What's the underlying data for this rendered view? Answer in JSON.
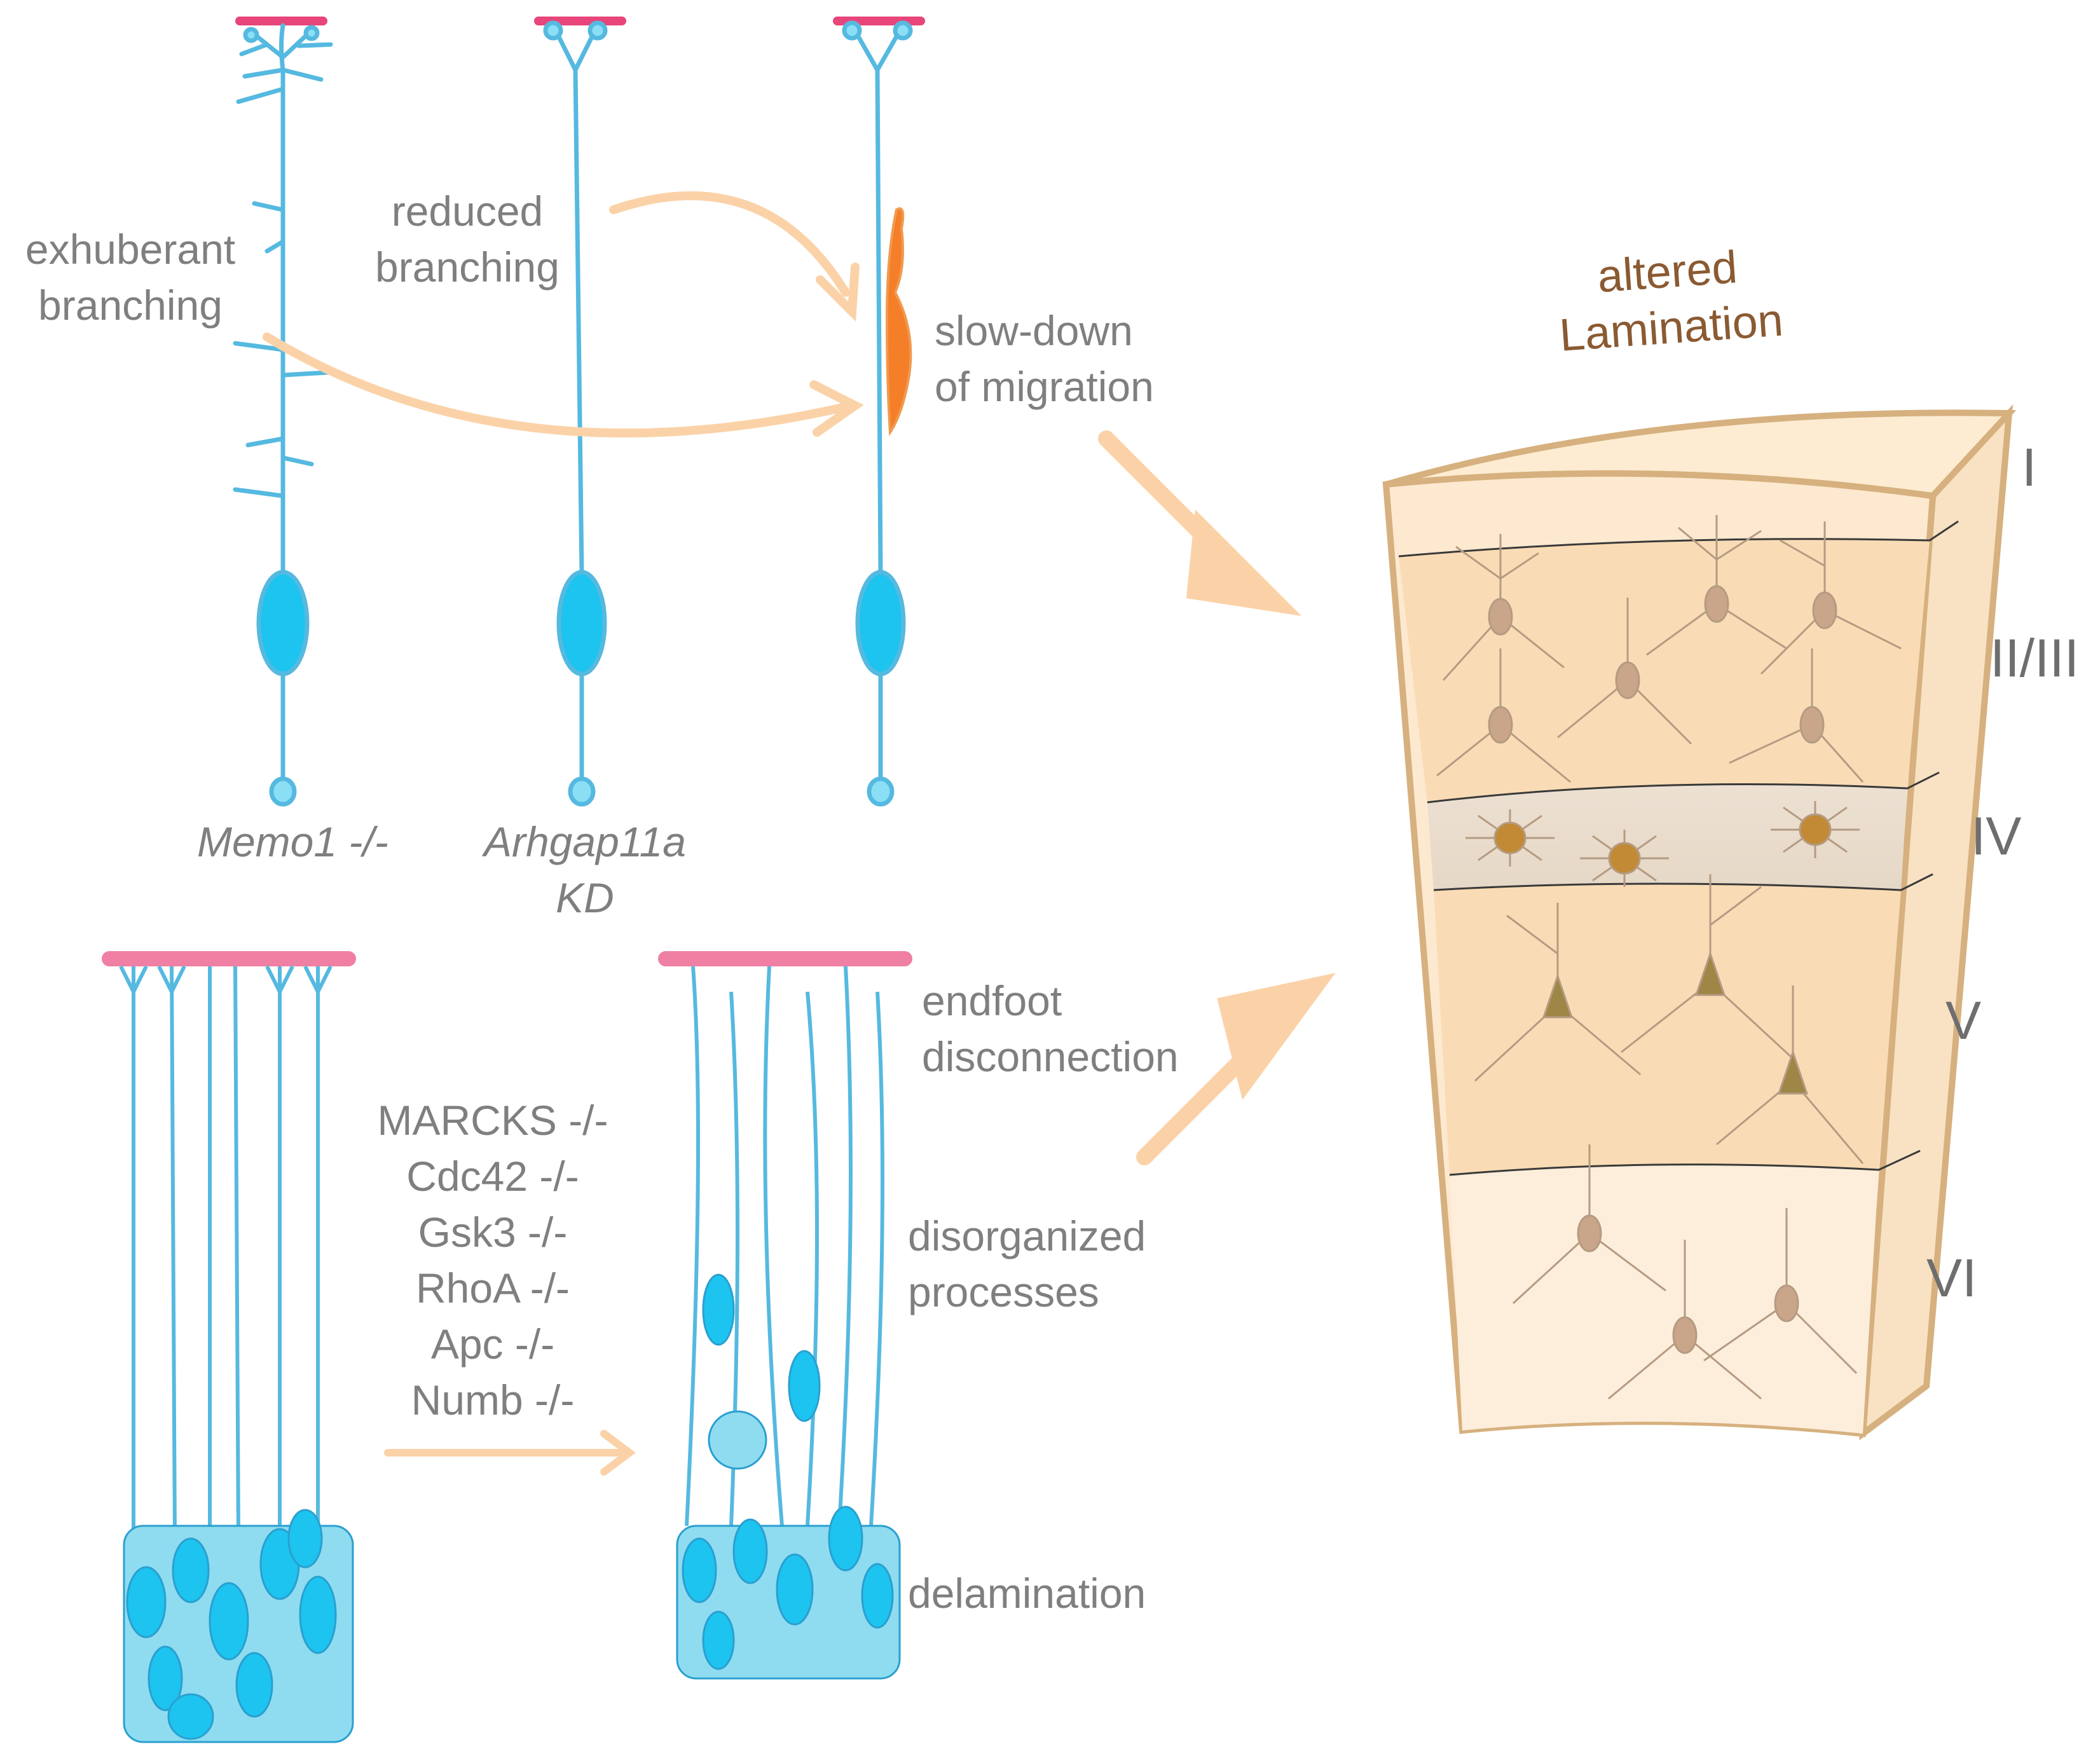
{
  "labels": {
    "exhuberant_branching": [
      "exhuberant",
      "branching"
    ],
    "reduced_branching": [
      "reduced",
      "branching"
    ],
    "slow_down": [
      "slow-down",
      "of migration"
    ],
    "memo1": "Memo1 -/-",
    "arhgap11a": [
      "Arhgap11a",
      "KD"
    ],
    "altered_lamination": [
      "altered",
      "Lamination"
    ],
    "endfoot": [
      "endfoot",
      "disconnection"
    ],
    "disorganized": [
      "disorganized",
      "processes"
    ],
    "delamination": "delamination",
    "genes": [
      "MARCKS -/-",
      "Cdc42 -/-",
      "Gsk3 -/-",
      "RhoA -/-",
      "Apc -/-",
      "Numb -/-"
    ]
  },
  "layers": [
    "I",
    "II/III",
    "IV",
    "V",
    "VI"
  ],
  "colors": {
    "cell": "#1cc4ef",
    "cell_outline": "#55b9e0",
    "pia": "#e8457a",
    "arrow": "#fbd2a8",
    "migrating": "#f57e28",
    "cortex_outline": "#d6b07e",
    "layer_text": "#6e6e6e",
    "label_text": "#7f7f7f",
    "title_text": "#8a5a32"
  }
}
